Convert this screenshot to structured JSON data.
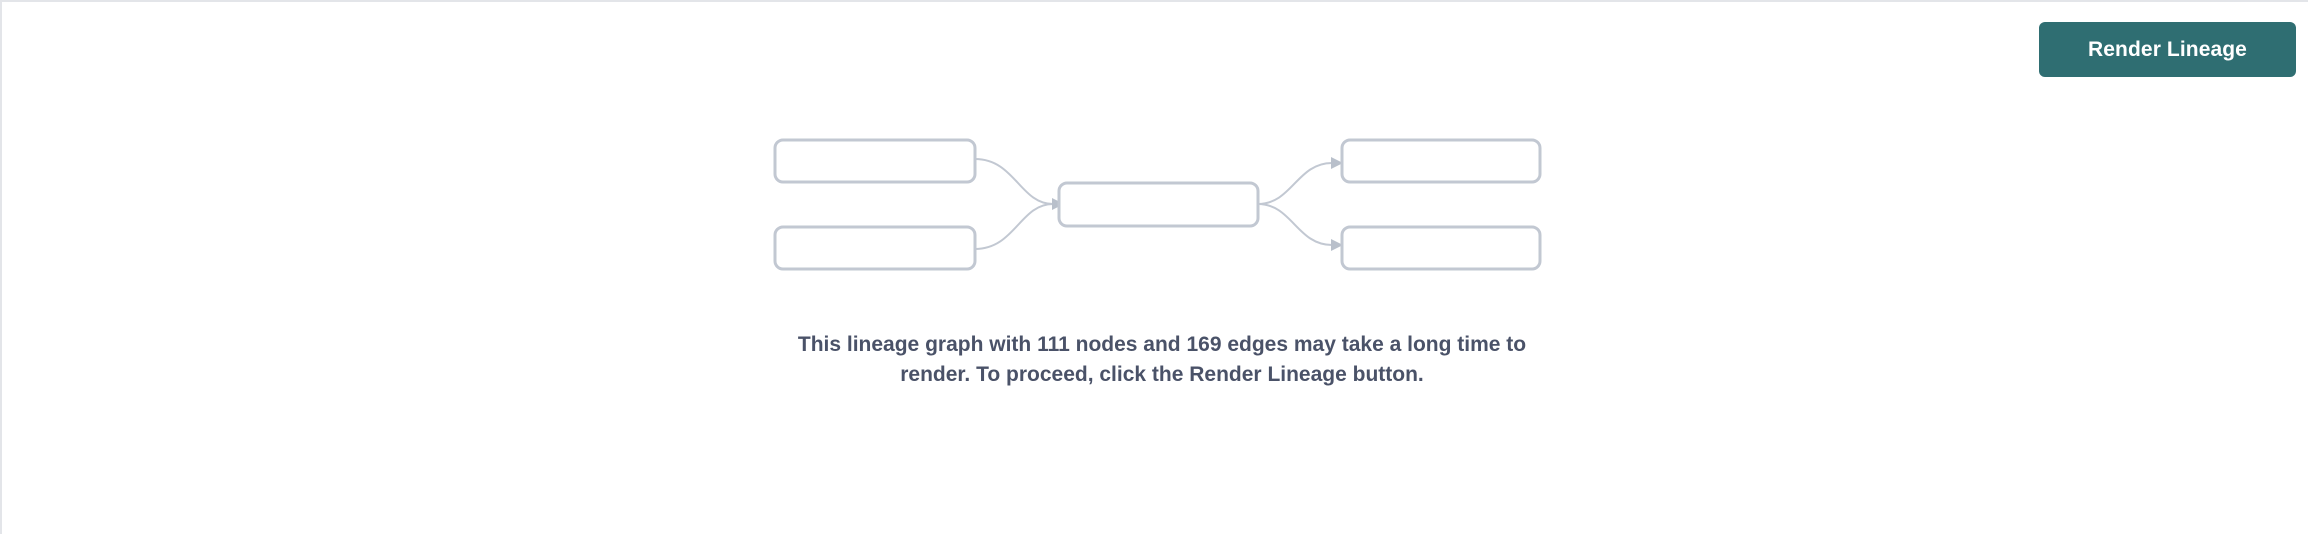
{
  "panel": {
    "background_color": "#ffffff",
    "border_color": "#e3e5e9"
  },
  "toolbar": {
    "render_button_label": "Render Lineage",
    "render_button_color": "#2f6e72",
    "render_button_text_color": "#ffffff"
  },
  "message": {
    "text": "This lineage graph with 111 nodes and 169 edges may take a long time to render. To proceed, click the Render Lineage button.",
    "node_count": 111,
    "edge_count": 169,
    "color": "#4a5268"
  },
  "illustration": {
    "node_border_color": "#c2c8d2",
    "edge_color": "#c2c8d2",
    "nodes": [
      {
        "id": "upstream-1",
        "label": "",
        "column": "left",
        "row": 0
      },
      {
        "id": "upstream-2",
        "label": "",
        "column": "left",
        "row": 1
      },
      {
        "id": "focus",
        "label": "",
        "column": "center",
        "row": 0
      },
      {
        "id": "downstream-1",
        "label": "",
        "column": "right",
        "row": 0
      },
      {
        "id": "downstream-2",
        "label": "",
        "column": "right",
        "row": 1
      }
    ],
    "edges": [
      {
        "from": "upstream-1",
        "to": "focus"
      },
      {
        "from": "upstream-2",
        "to": "focus"
      },
      {
        "from": "focus",
        "to": "downstream-1"
      },
      {
        "from": "focus",
        "to": "downstream-2"
      }
    ]
  }
}
